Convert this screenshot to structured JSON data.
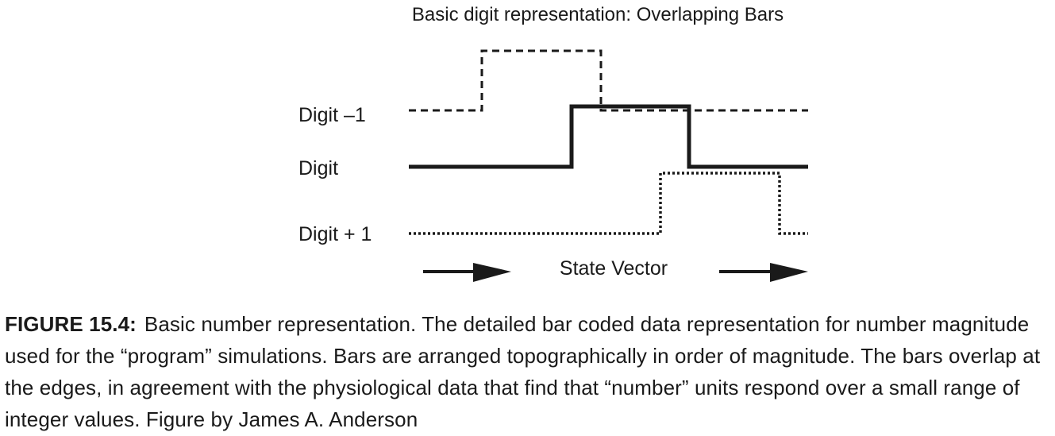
{
  "diagram": {
    "title": "Basic digit representation: Overlapping Bars",
    "rows": [
      {
        "label": "Digit –1",
        "style": "dashed"
      },
      {
        "label": "Digit",
        "style": "solid"
      },
      {
        "label": "Digit + 1",
        "style": "dotted"
      }
    ],
    "axis_label": "State Vector",
    "line_color": "#1a1a1a"
  },
  "caption": {
    "label": "FIGURE 15.4:",
    "text": "Basic number representation. The detailed bar coded data representation for number magnitude used for the “program” simulations. Bars are arranged topographically in order of magnitude. The bars overlap at the edges, in agreement with the physiological data that find that “number” units respond over a small range of integer values. Figure by James A. Anderson"
  }
}
